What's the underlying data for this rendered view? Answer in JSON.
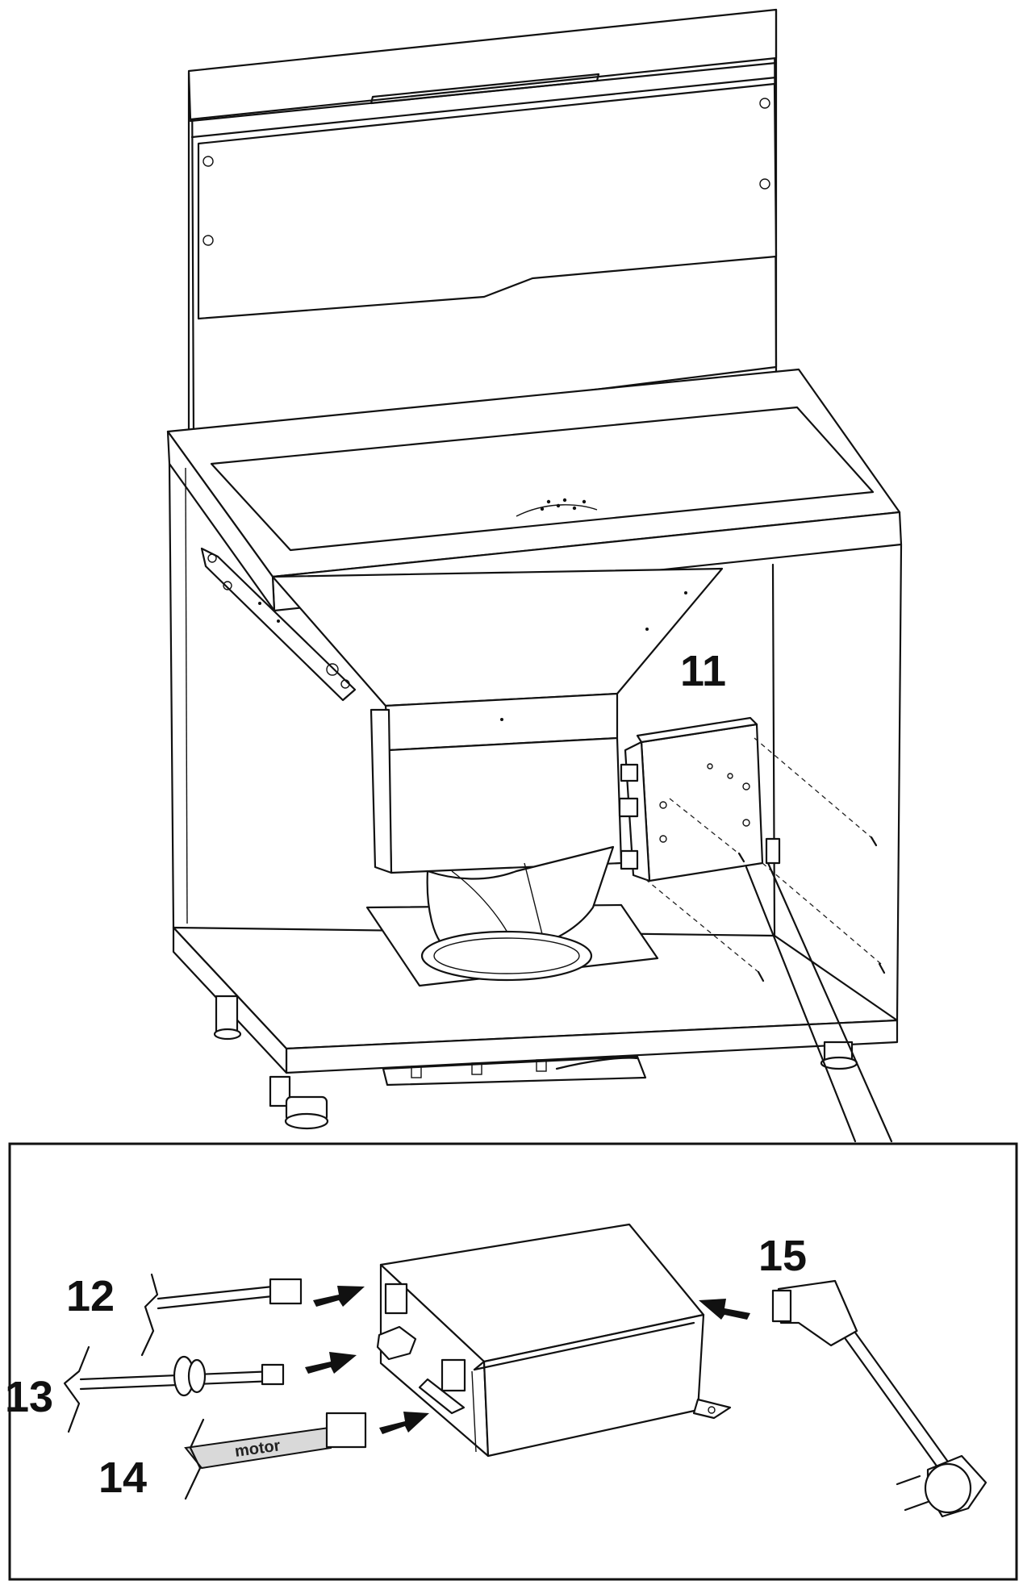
{
  "callouts": {
    "c11": "11",
    "c12": "12",
    "c13": "13",
    "c14": "14",
    "c15": "15"
  },
  "cable_label": "motor"
}
